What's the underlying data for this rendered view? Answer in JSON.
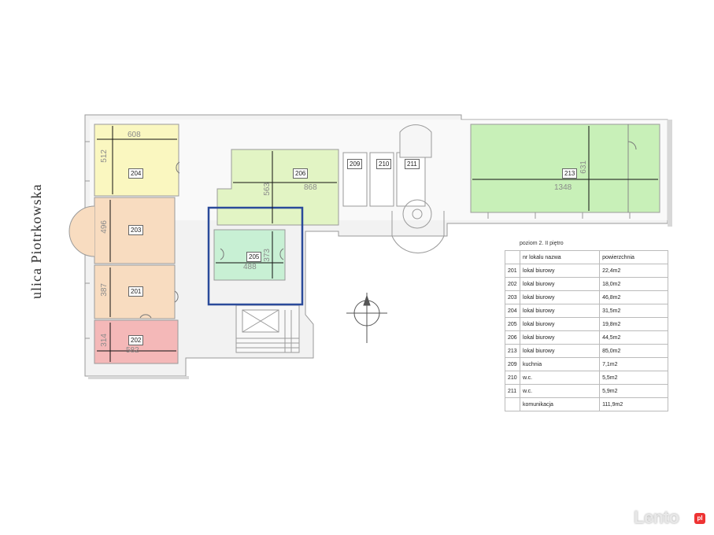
{
  "street": "ulica Piotrkowska",
  "colors": {
    "room_204": "#faf7c0",
    "room_203": "#f8dcc0",
    "room_201": "#f8dcc0",
    "room_202": "#f4b8b8",
    "room_206": "#e2f4c4",
    "room_205": "#c8f0d4",
    "room_213": "#c8f0b8",
    "highlight": "#2a4a9a",
    "dim_arrow": "#111111"
  },
  "rooms": {
    "r204": {
      "number": "204",
      "w": "608",
      "h": "512"
    },
    "r203": {
      "number": "203",
      "h": "496"
    },
    "r201": {
      "number": "201",
      "h": "387"
    },
    "r202": {
      "number": "202",
      "w": "582",
      "h": "314"
    },
    "r206": {
      "number": "206",
      "w": "868",
      "h": "563"
    },
    "r205": {
      "number": "205",
      "w": "488",
      "h": "373"
    },
    "r209": {
      "number": "209"
    },
    "r210": {
      "number": "210"
    },
    "r211": {
      "number": "211"
    },
    "r213": {
      "number": "213",
      "w": "1348",
      "h": "631"
    }
  },
  "legend": {
    "title": "poziom 2. II piętro",
    "header": {
      "name": "nr lokalu nazwa",
      "area": "powierzchnia"
    },
    "rows": [
      {
        "nr": "201",
        "name": "lokal  biurowy",
        "area": "22,4m2"
      },
      {
        "nr": "202",
        "name": "lokal  biurowy",
        "area": "18,0m2"
      },
      {
        "nr": "203",
        "name": "lokal  biurowy",
        "area": "46,8m2"
      },
      {
        "nr": "204",
        "name": "lokal  biurowy",
        "area": "31,5m2"
      },
      {
        "nr": "205",
        "name": "lokal  biurowy",
        "area": "19,8m2"
      },
      {
        "nr": "206",
        "name": "lokal  biurowy",
        "area": "44,5m2"
      },
      {
        "nr": "213",
        "name": "lokal  biurowy",
        "area": "85,0m2"
      },
      {
        "nr": "209",
        "name": "kuchnia",
        "area": "7,1m2"
      },
      {
        "nr": "210",
        "name": "w.c.",
        "area": "5,5m2"
      },
      {
        "nr": "211",
        "name": "w.c.",
        "area": "5,9m2"
      },
      {
        "nr": "",
        "name": "komunikacja",
        "area": "111,9m2"
      }
    ]
  },
  "watermark": {
    "text": "Lento",
    "badge": "pl"
  }
}
